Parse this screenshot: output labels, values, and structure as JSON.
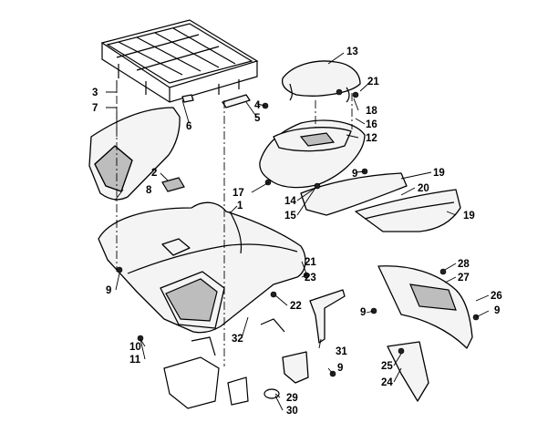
{
  "callouts": {
    "c1": "1",
    "c2": "2",
    "c3": "3",
    "c4": "4",
    "c5": "5",
    "c6": "6",
    "c7": "7",
    "c8": "8",
    "c9a": "9",
    "c9b": "9",
    "c9c": "9",
    "c9d": "9",
    "c9e": "9",
    "c10": "10",
    "c11": "11",
    "c12": "12",
    "c13": "13",
    "c14": "14",
    "c15": "15",
    "c16": "16",
    "c17": "17",
    "c18": "18",
    "c19a": "19",
    "c19b": "19",
    "c20": "20",
    "c21a": "21",
    "c21b": "21",
    "c22": "22",
    "c23": "23",
    "c24": "24",
    "c25": "25",
    "c26": "26",
    "c27": "27",
    "c28": "28",
    "c29": "29",
    "c30": "30",
    "c31": "31",
    "c32": "32"
  }
}
